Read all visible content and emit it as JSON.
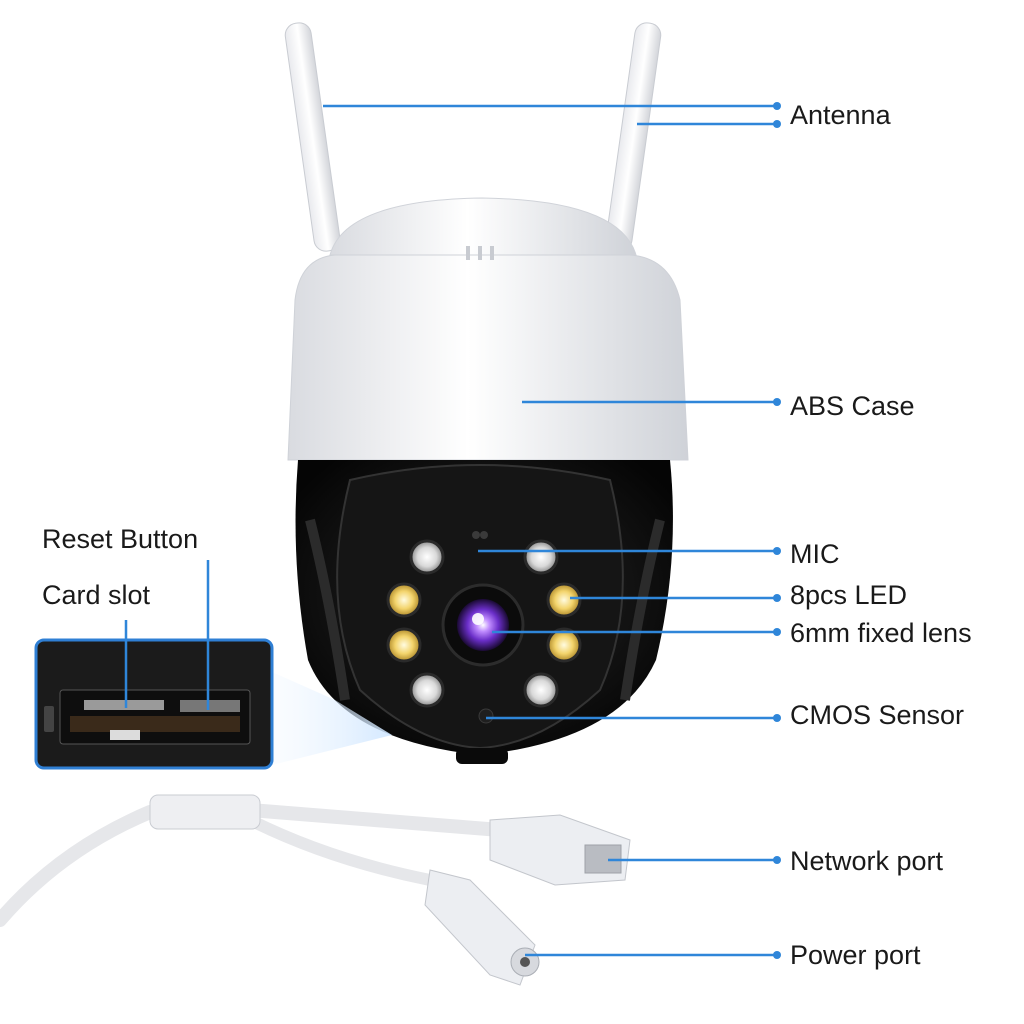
{
  "labels": {
    "antenna": "Antenna",
    "abs_case": "ABS Case",
    "mic": "MIC",
    "led": "8pcs LED",
    "lens": "6mm fixed lens",
    "cmos": "CMOS Sensor",
    "network_port": "Network port",
    "power_port": "Power port",
    "reset_button": "Reset Button",
    "card_slot": "Card slot"
  },
  "colors": {
    "leader_line": "#2f86d9",
    "inset_border": "#2f7fd4",
    "body_black": "#0d0d0d",
    "case_white": "#f4f5f7",
    "led_warm": "#f7e08a",
    "led_white": "#e8e8e8",
    "lens_purple": "#7a3fd6"
  }
}
